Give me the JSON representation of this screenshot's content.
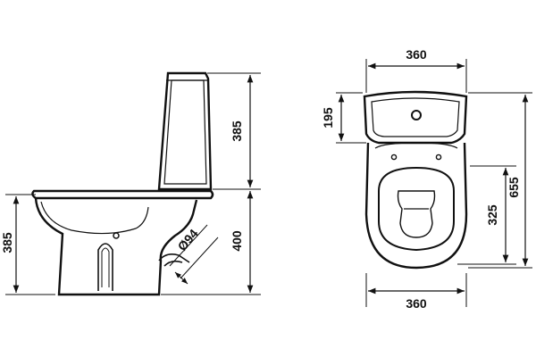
{
  "side_view": {
    "tank_height": "385",
    "bowl_height": "400",
    "seat_height": "385",
    "outlet_diameter": "Ø94"
  },
  "top_view": {
    "top_width": "360",
    "bottom_width": "360",
    "tank_depth": "195",
    "total_depth": "655",
    "bowl_depth": "325"
  }
}
